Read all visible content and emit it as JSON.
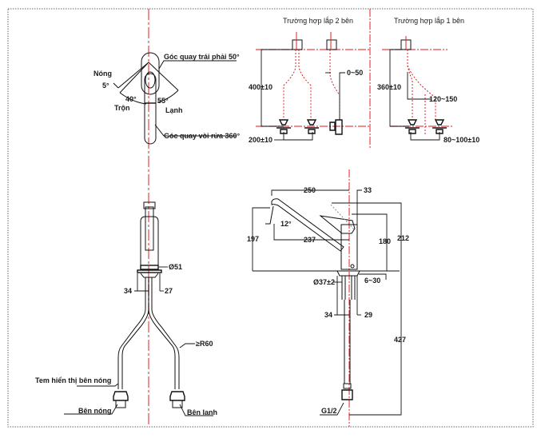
{
  "top_view": {
    "hot_label": "Nóng",
    "hot_angle": "5°",
    "mix_label": "Trộn",
    "mix_angle": "40°",
    "cold_angle": "55°",
    "cold_label": "Lạnh",
    "lever_rotation": "Góc quay trái phải 50°",
    "spout_rotation": "Góc quay vòi rửa 360°"
  },
  "two_side": {
    "title": "Trường hợp lắp 2 bên",
    "height": "400±10",
    "offset": "0~50",
    "spacing": "200±10"
  },
  "one_side": {
    "title": "Trường hợp lắp 1 bên",
    "height": "360±10",
    "offset": "120~150",
    "spacing": "80~100±10"
  },
  "front_view": {
    "base_diameter": "Ø51",
    "dim_left": "34",
    "dim_right": "27",
    "hose_radius": "≥R60",
    "hot_marker_label": "Tem hiển thị bên nóng",
    "hot_side": "Bên nóng",
    "cold_side": "Bên lạnh"
  },
  "side_view": {
    "spout_reach": "250",
    "top_offset": "33",
    "spout_angle": "12°",
    "spout_height": "197",
    "reach_to_center": "237",
    "body_height": "180",
    "total_height": "212",
    "hole_diameter": "Ø37±2",
    "deck_thickness": "6~30",
    "shank_left": "34",
    "shank_right": "29",
    "hose_length": "427",
    "thread": "G1/2"
  }
}
